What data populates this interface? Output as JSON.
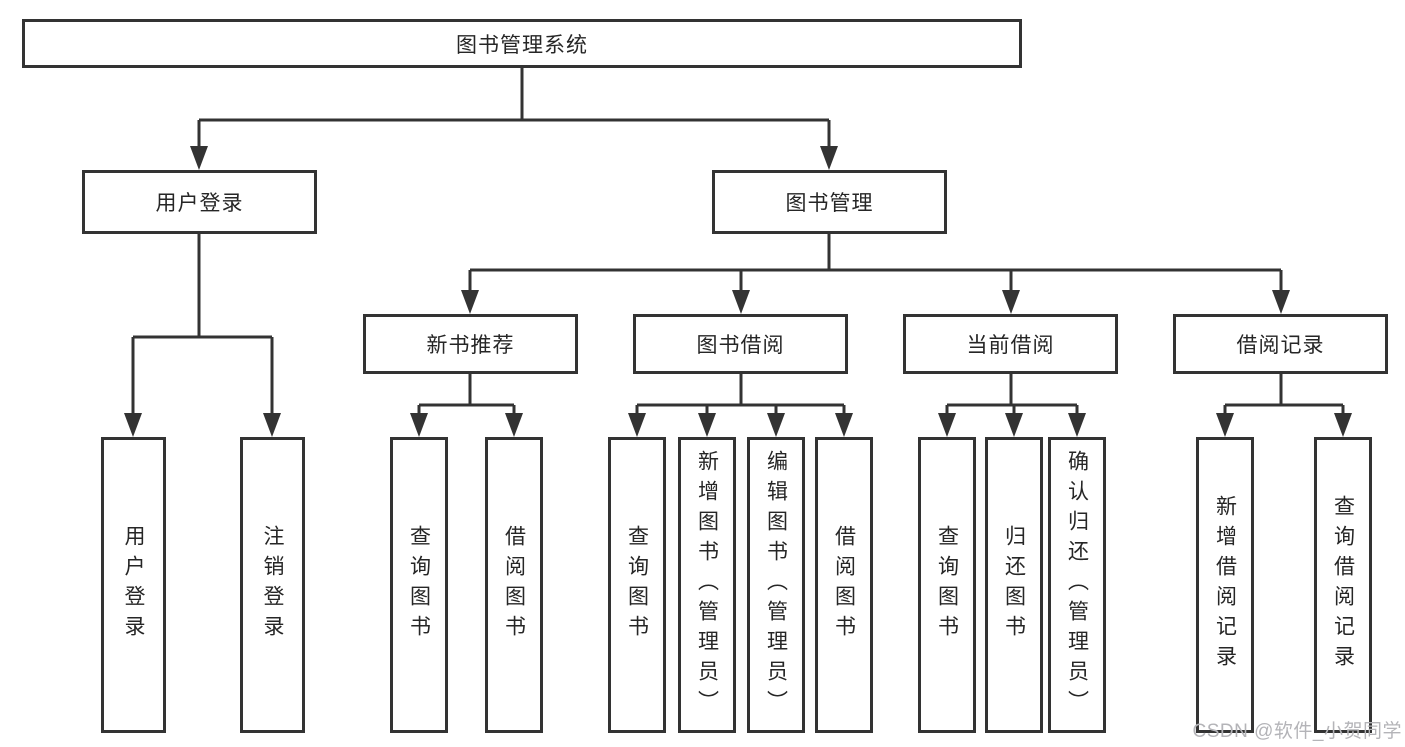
{
  "tree": {
    "root": {
      "label": "图书管理系统"
    },
    "branches": [
      {
        "label": "用户登录",
        "leaves": [
          {
            "label": "用户登录"
          },
          {
            "label": "注销登录"
          }
        ]
      },
      {
        "label": "图书管理",
        "sections": [
          {
            "label": "新书推荐",
            "leaves": [
              {
                "label": "查询图书"
              },
              {
                "label": "借阅图书"
              }
            ]
          },
          {
            "label": "图书借阅",
            "leaves": [
              {
                "label": "查询图书"
              },
              {
                "label": "新增图书（管理员）"
              },
              {
                "label": "编辑图书（管理员）"
              },
              {
                "label": "借阅图书"
              }
            ]
          },
          {
            "label": "当前借阅",
            "leaves": [
              {
                "label": "查询图书"
              },
              {
                "label": "归还图书"
              },
              {
                "label": "确认归还（管理员）"
              }
            ]
          },
          {
            "label": "借阅记录",
            "leaves": [
              {
                "label": "新增借阅记录"
              },
              {
                "label": "查询借阅记录"
              }
            ]
          }
        ]
      }
    ]
  },
  "watermark": "CSDN @软件_小贺同学",
  "colors": {
    "line": "#333333",
    "text": "#262626",
    "background": "#ffffff",
    "watermark": "#b4b4b8"
  }
}
